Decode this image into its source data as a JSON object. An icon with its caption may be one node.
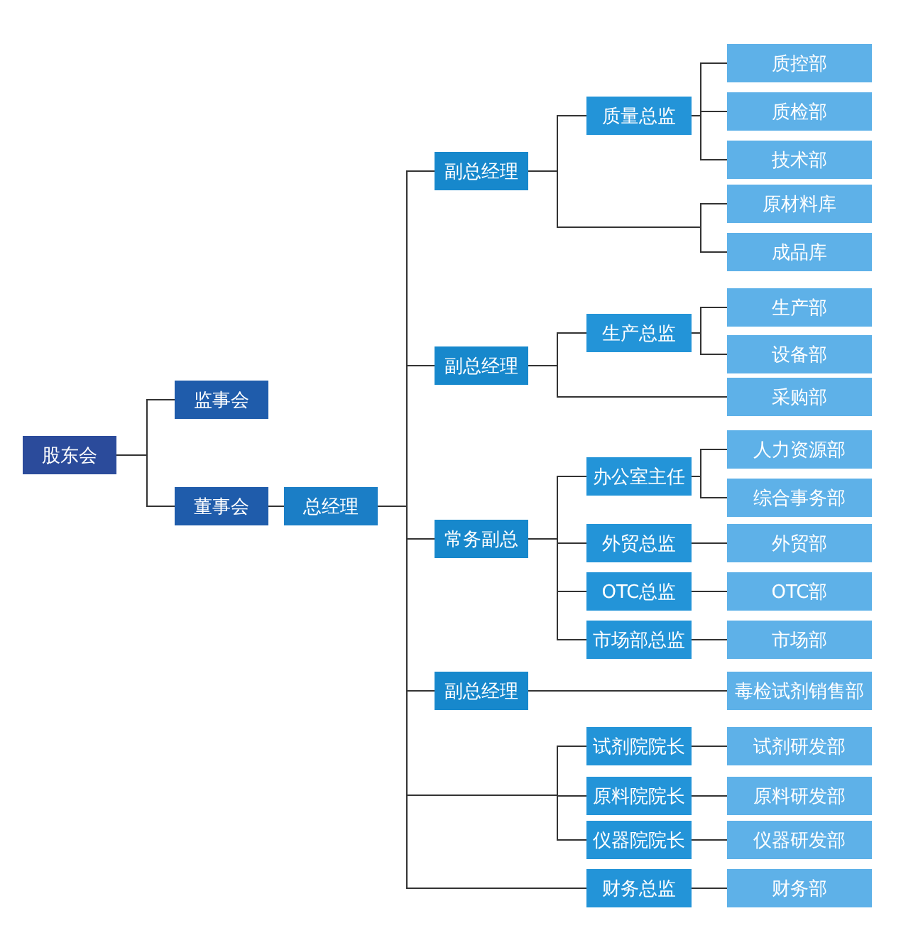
{
  "diagram": {
    "nodes": [
      {
        "text": [
          "股东会"
        ]
      },
      {
        "text": [
          "监事会"
        ]
      },
      {
        "text": [
          "董事会"
        ]
      },
      {
        "text": [
          "总经理"
        ]
      },
      {
        "text": [
          "副总经理"
        ]
      },
      {
        "text": [
          "质量总监"
        ]
      },
      {
        "text": [
          "质控部"
        ]
      },
      {
        "text": [
          "质检部"
        ]
      },
      {
        "text": [
          "技术部"
        ]
      },
      {
        "text": [
          "原材料库"
        ]
      },
      {
        "text": [
          "成品库"
        ]
      },
      {
        "text": [
          "副总经理"
        ]
      },
      {
        "text": [
          "生产总监"
        ]
      },
      {
        "text": [
          "生产部"
        ]
      },
      {
        "text": [
          "设备部"
        ]
      },
      {
        "text": [
          "采购部"
        ]
      },
      {
        "text": [
          "常务副总"
        ]
      },
      {
        "text": [
          "办公室主任"
        ]
      },
      {
        "text": [
          "人力资源部"
        ]
      },
      {
        "text": [
          "综合事务部"
        ]
      },
      {
        "text": [
          "外贸总监"
        ]
      },
      {
        "text": [
          "外贸部"
        ]
      },
      {
        "text": [
          "OTC总监"
        ]
      },
      {
        "text": [
          "OTC部"
        ]
      },
      {
        "text": [
          "市场部总监"
        ]
      },
      {
        "text": [
          "市场部"
        ]
      },
      {
        "text": [
          "副总经理"
        ]
      },
      {
        "text": [
          "毒检试剂销售部"
        ]
      },
      {
        "text": [
          "试剂院院长"
        ]
      },
      {
        "text": [
          "试剂研发部"
        ]
      },
      {
        "text": [
          "原料院院长"
        ]
      },
      {
        "text": [
          "原料研发部"
        ]
      },
      {
        "text": [
          "仪器院院长"
        ]
      },
      {
        "text": [
          "仪器研发部"
        ]
      },
      {
        "text": [
          "财务总监"
        ]
      },
      {
        "text": [
          "财务部"
        ]
      }
    ],
    "edges": [
      {
        "from": 0,
        "to": 1,
        "arrow": "none"
      },
      {
        "from": 0,
        "to": 2,
        "arrow": "none"
      },
      {
        "from": 2,
        "to": 3,
        "arrow": "none"
      },
      {
        "from": 3,
        "to": 4,
        "arrow": "none"
      },
      {
        "from": 3,
        "to": 11,
        "arrow": "none"
      },
      {
        "from": 3,
        "to": 16,
        "arrow": "none"
      },
      {
        "from": 3,
        "to": 26,
        "arrow": "none"
      },
      {
        "from": 3,
        "to": 28,
        "arrow": "none"
      },
      {
        "from": 3,
        "to": 30,
        "arrow": "none"
      },
      {
        "from": 3,
        "to": 32,
        "arrow": "none"
      },
      {
        "from": 3,
        "to": 34,
        "arrow": "none"
      },
      {
        "from": 4,
        "to": 5,
        "arrow": "none"
      },
      {
        "from": 4,
        "to": 9,
        "arrow": "none"
      },
      {
        "from": 4,
        "to": 10,
        "arrow": "none"
      },
      {
        "from": 5,
        "to": 6,
        "arrow": "none"
      },
      {
        "from": 5,
        "to": 7,
        "arrow": "none"
      },
      {
        "from": 5,
        "to": 8,
        "arrow": "none"
      },
      {
        "from": 11,
        "to": 12,
        "arrow": "none"
      },
      {
        "from": 11,
        "to": 15,
        "arrow": "none"
      },
      {
        "from": 12,
        "to": 13,
        "arrow": "none"
      },
      {
        "from": 12,
        "to": 14,
        "arrow": "none"
      },
      {
        "from": 16,
        "to": 17,
        "arrow": "none"
      },
      {
        "from": 16,
        "to": 20,
        "arrow": "none"
      },
      {
        "from": 16,
        "to": 22,
        "arrow": "none"
      },
      {
        "from": 16,
        "to": 24,
        "arrow": "none"
      },
      {
        "from": 17,
        "to": 18,
        "arrow": "none"
      },
      {
        "from": 17,
        "to": 19,
        "arrow": "none"
      },
      {
        "from": 20,
        "to": 21,
        "arrow": "none"
      },
      {
        "from": 22,
        "to": 23,
        "arrow": "none"
      },
      {
        "from": 24,
        "to": 25,
        "arrow": "none"
      },
      {
        "from": 26,
        "to": 27,
        "arrow": "none"
      },
      {
        "from": 28,
        "to": 29,
        "arrow": "none"
      },
      {
        "from": 30,
        "to": 31,
        "arrow": "none"
      },
      {
        "from": 32,
        "to": 33,
        "arrow": "none"
      },
      {
        "from": 34,
        "to": 35,
        "arrow": "none"
      }
    ]
  }
}
